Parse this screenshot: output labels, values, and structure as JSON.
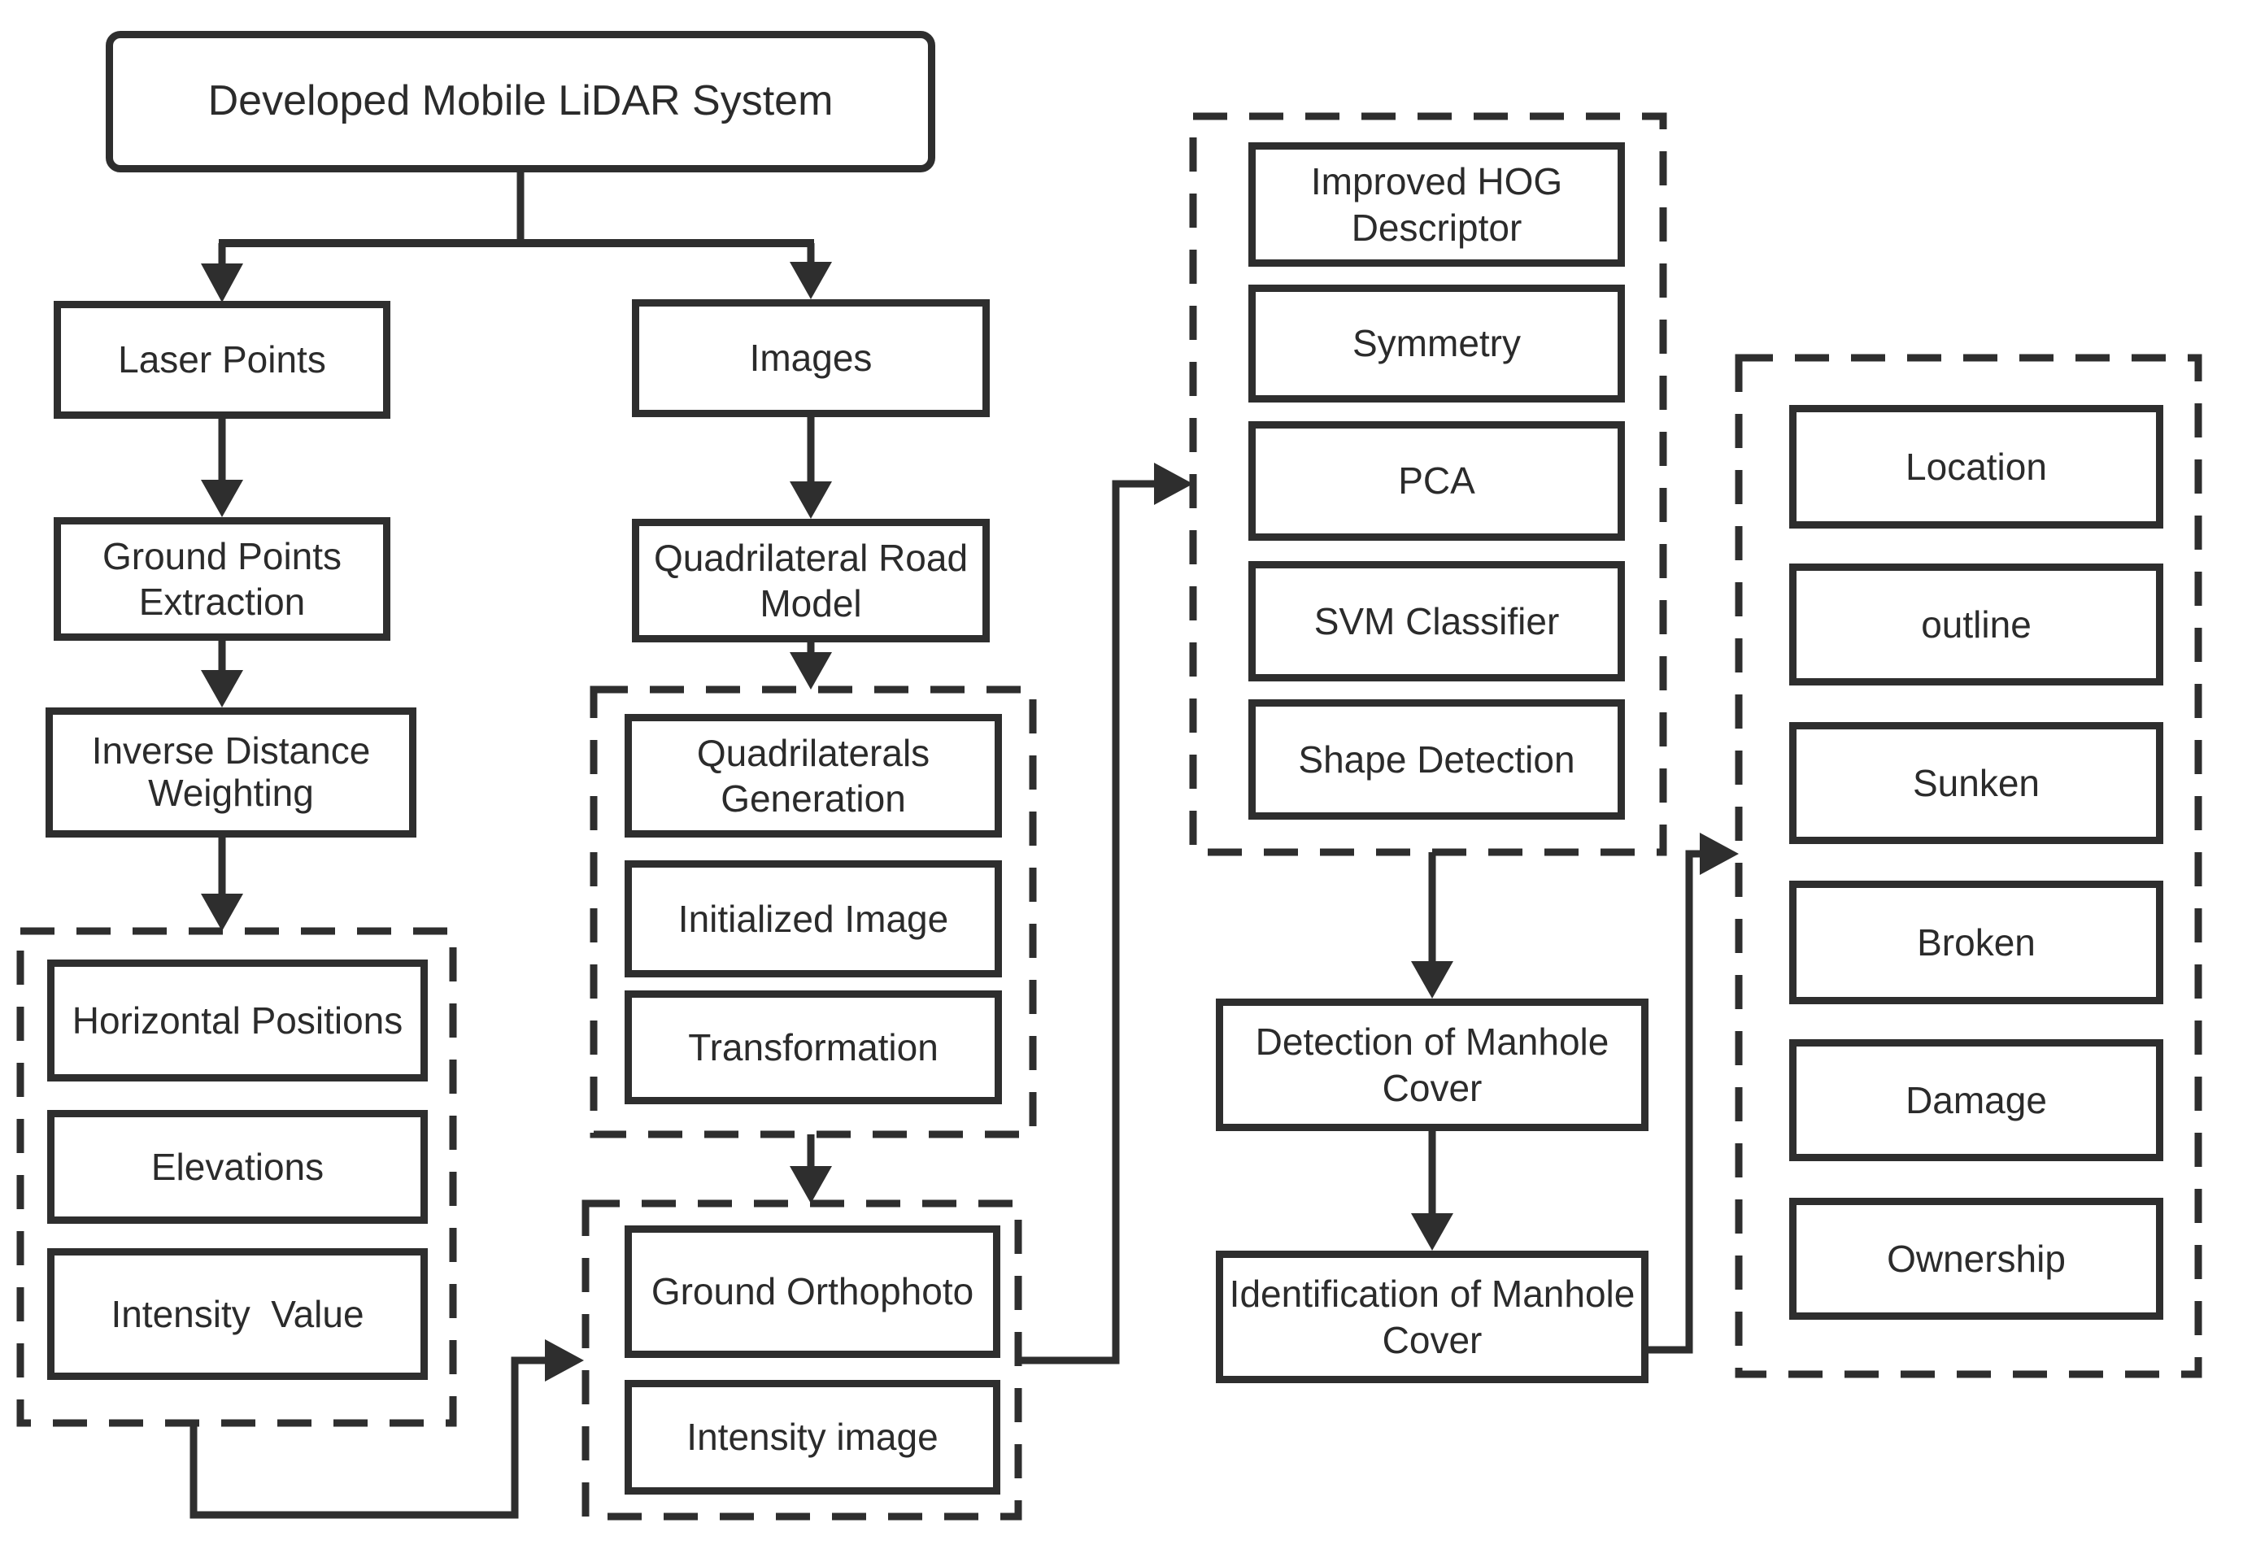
{
  "figure": {
    "type": "flowchart",
    "title": "Developed Mobile LiDAR System",
    "colors": {
      "stroke": "#2e2e2e",
      "text": "#2b2b2b",
      "background": "#ffffff"
    },
    "lidar_branch": {
      "laser_points": "Laser Points",
      "ground_points_extraction": "Ground Points Extraction",
      "inverse_distance_weighting": "Inverse Distance Weighting",
      "point_attributes": {
        "items": [
          "Horizontal Positions",
          "Elevations",
          "Intensity  Value"
        ]
      }
    },
    "image_branch": {
      "images": "Images",
      "quadrilateral_road_model": "Quadrilateral Road Model",
      "orthophoto_steps": {
        "items": [
          "Quadrilaterals Generation",
          "Initialized Image",
          "Transformation"
        ]
      },
      "orthophoto_products": {
        "items": [
          "Ground Orthophoto",
          "Intensity image"
        ]
      }
    },
    "detection_branch": {
      "feature_methods": {
        "items": [
          "Improved HOG Descriptor",
          "Symmetry",
          "PCA",
          "SVM Classifier",
          "Shape Detection"
        ]
      },
      "detection": "Detection of Manhole Cover",
      "identification": "Identification of Manhole Cover"
    },
    "attributes_output": {
      "items": [
        "Location",
        "outline",
        "Sunken",
        "Broken",
        "Damage",
        "Ownership"
      ]
    }
  }
}
